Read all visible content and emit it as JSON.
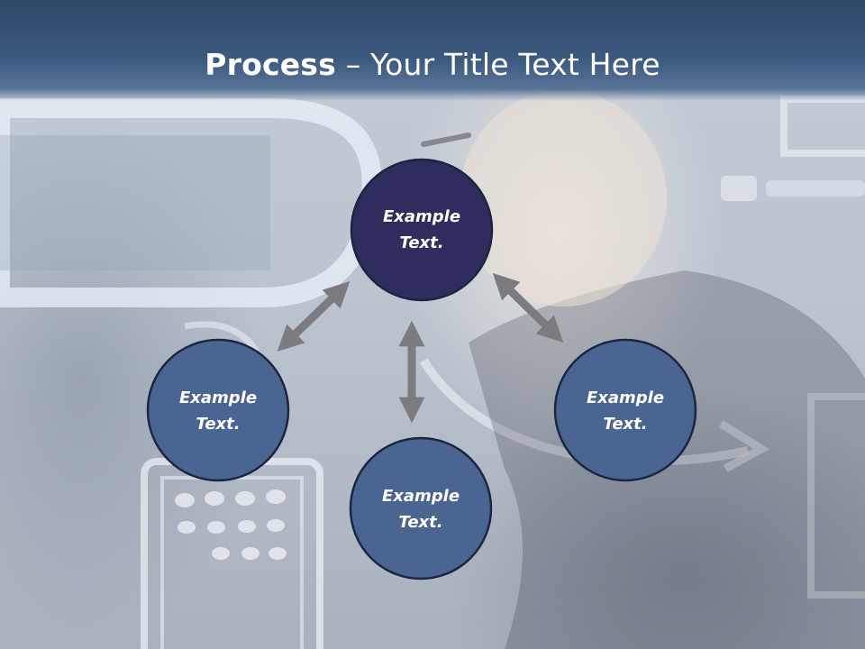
{
  "slide": {
    "title_bold": "Process",
    "title_separator": " – ",
    "title_rest": "Your Title Text Here"
  },
  "nodes": [
    {
      "id": "top",
      "line1": "Example",
      "line2": "Text.",
      "color": "#2f2c5e"
    },
    {
      "id": "left",
      "line1": "Example",
      "line2": "Text.",
      "color": "#4a6592"
    },
    {
      "id": "right",
      "line1": "Example",
      "line2": "Text.",
      "color": "#4a6592"
    },
    {
      "id": "bottom",
      "line1": "Example",
      "line2": "Text.",
      "color": "#4a6592"
    }
  ],
  "colors": {
    "node_stroke": "#1b2640",
    "arrow": "#7c7c80",
    "title_bar": "#3d5a80"
  }
}
